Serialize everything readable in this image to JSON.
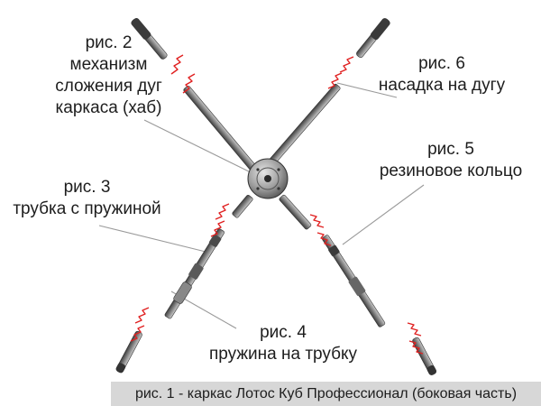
{
  "labels": {
    "hub": {
      "line1": "рис. 2",
      "line2": "механизм",
      "line3": "сложения дуг",
      "line4": "каркаса (хаб)"
    },
    "tip": {
      "line1": "рис. 6",
      "line2": "насадка на дугу"
    },
    "ring": {
      "line1": "рис. 5",
      "line2": "резиновое кольцо"
    },
    "tube": {
      "line1": "рис. 3",
      "line2": "трубка с пружиной"
    },
    "spring": {
      "line1": "рис. 4",
      "line2": "пружина на трубку"
    }
  },
  "caption": "рис. 1 - каркас Лотос Куб Профессионал (боковая часть)",
  "colors": {
    "rod": "#8a8a8a",
    "rod_dark": "#3a3a3a",
    "hub": "#9c9c9c",
    "break_mark": "#e02020",
    "leader_line": "#9a9a9a",
    "caption_bg": "#d7d7d7"
  },
  "icons": {
    "hub": "folding-hub-icon",
    "break_mark": "red-zigzag-break-icon"
  }
}
